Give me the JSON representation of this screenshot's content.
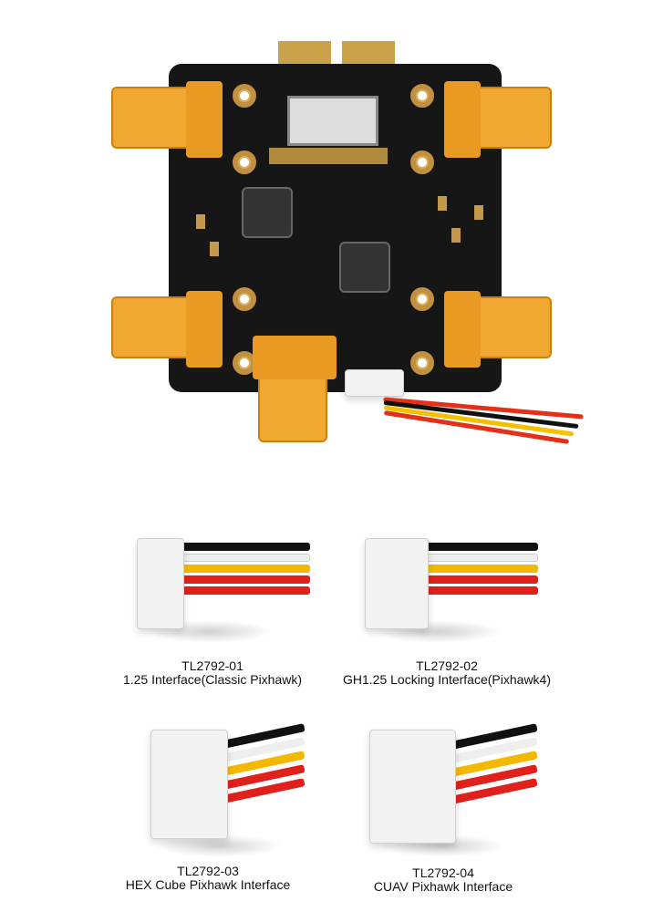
{
  "products": [
    {
      "code": "TL2792-01",
      "description": "1.25 Interface(Classic Pixhawk)"
    },
    {
      "code": "TL2792-02",
      "description": "GH1.25 Locking Interface(Pixhawk4)"
    },
    {
      "code": "TL2792-03",
      "description": "HEX Cube Pixhawk Interface"
    },
    {
      "code": "TL2792-04",
      "description": "CUAV Pixhawk Interface"
    }
  ],
  "colors": {
    "pcb": "#161616",
    "connector": "#f0a830",
    "gold": "#c9a24a"
  }
}
